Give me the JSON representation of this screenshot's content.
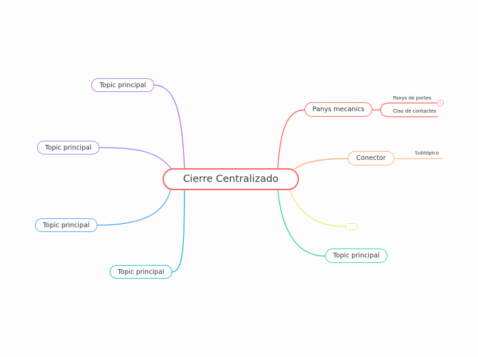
{
  "central": {
    "label": "Cierre Centralizado",
    "color": "#f96a63"
  },
  "left_topics": [
    {
      "label": "Topic principal",
      "color": "#b57ce8"
    },
    {
      "label": "Topic principal",
      "color": "#9b8ff0"
    },
    {
      "label": "Topic principal",
      "color": "#5aa9f0"
    },
    {
      "label": "Topic principal",
      "color": "#21c4c9"
    }
  ],
  "right_topics": {
    "panys": {
      "label": "Panys mecanics",
      "color": "#f96a63",
      "children": [
        {
          "label": "Panys de portes"
        },
        {
          "label": "Clau de contactes"
        }
      ],
      "badge": "1"
    },
    "conector": {
      "label": "Conector",
      "color": "#fdb07a",
      "children": [
        {
          "label": "Subtópico"
        }
      ]
    },
    "empty": {
      "label": "",
      "color": "#f5e97a"
    },
    "green": {
      "label": "Topic principal",
      "color": "#3dd6a6"
    }
  }
}
